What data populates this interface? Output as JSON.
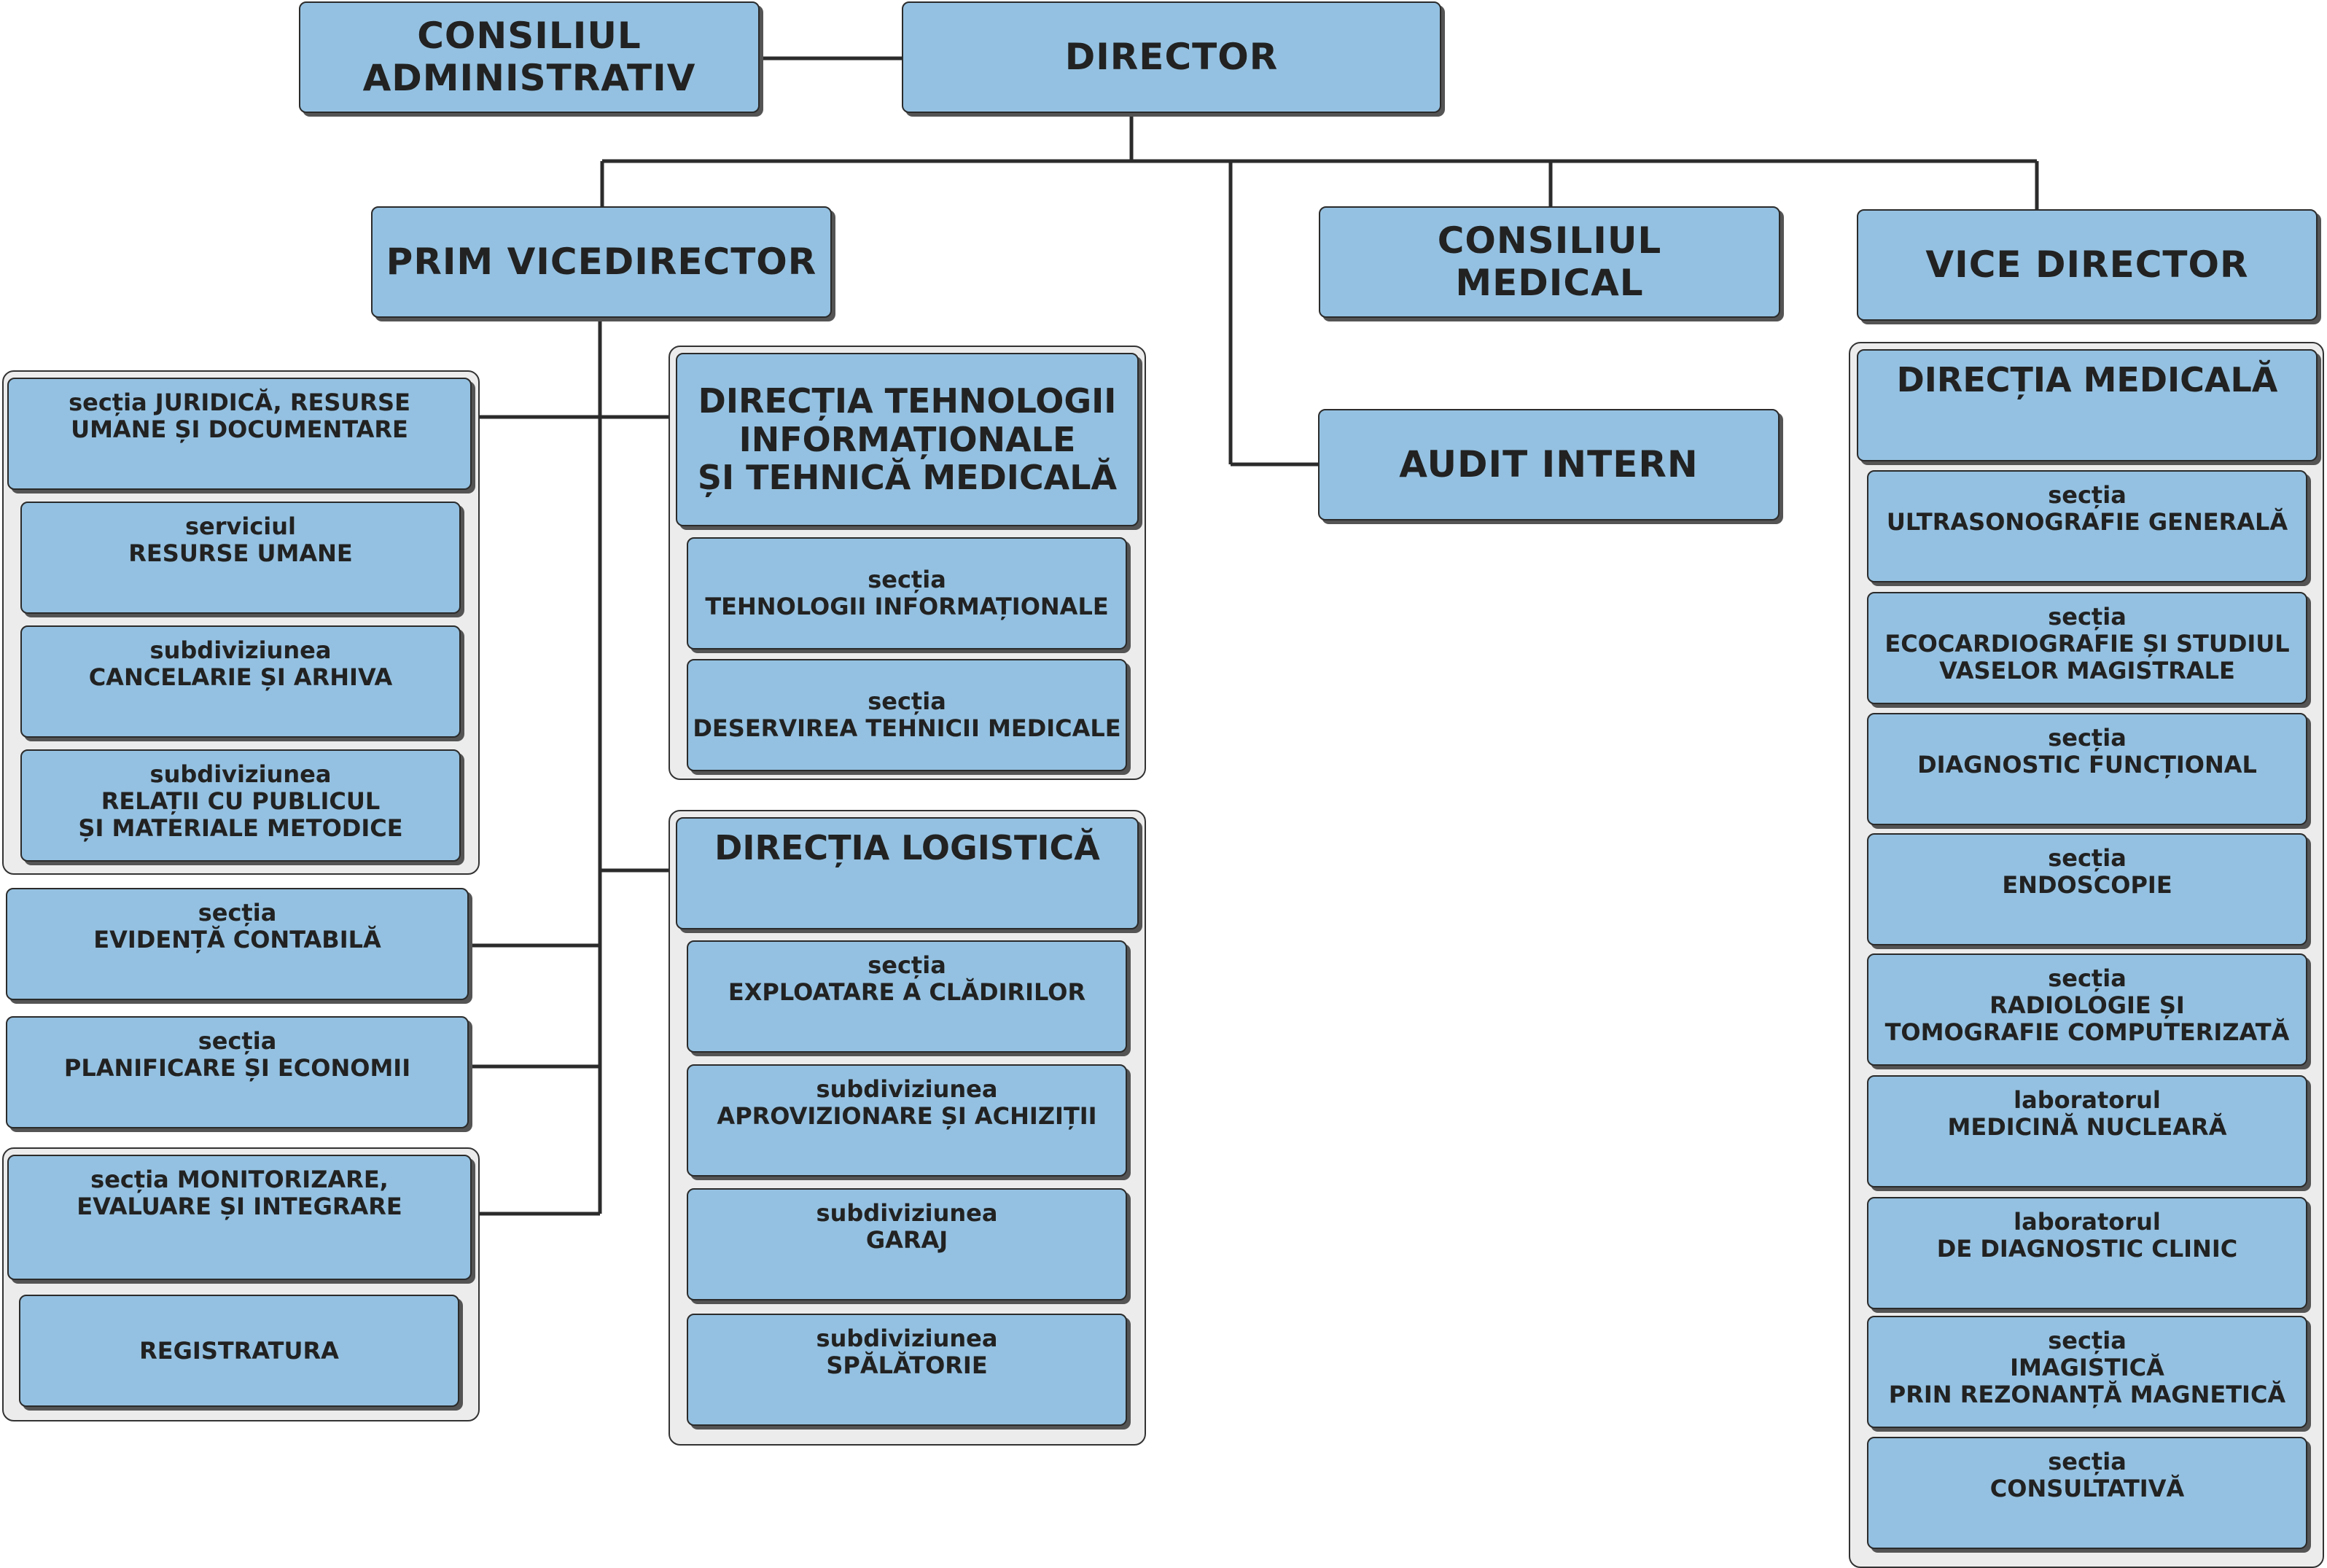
{
  "top": {
    "director": "DIRECTOR",
    "consiliul_administrativ": [
      "CONSILIUL",
      "ADMINISTRATIV"
    ]
  },
  "second_level": {
    "prim_vicedirector": "PRIM VICEDIRECTOR",
    "consiliul_medical": [
      "CONSILIUL",
      "MEDICAL"
    ],
    "audit_intern": "AUDIT INTERN",
    "vice_director": "VICE DIRECTOR"
  },
  "left_units": {
    "juridica_group": [
      [
        "secția JURIDICĂ, RESURSE",
        "UMANE ȘI DOCUMENTARE"
      ],
      [
        "serviciul",
        "RESURSE UMANE"
      ],
      [
        "subdiviziunea",
        "CANCELARIE ȘI ARHIVA"
      ],
      [
        "subdiviziunea",
        "RELAȚII CU PUBLICUL",
        "ȘI MATERIALE METODICE"
      ]
    ],
    "evidenta": [
      "secția",
      "EVIDENȚĂ CONTABILĂ"
    ],
    "planificare": [
      "secția",
      "PLANIFICARE ȘI ECONOMII"
    ],
    "monitorizare_group": [
      [
        "secția MONITORIZARE,",
        "EVALUARE ȘI INTEGRARE"
      ],
      [
        "REGISTRATURA"
      ]
    ]
  },
  "middle_units": {
    "it_group": [
      [
        "DIRECȚIA TEHNOLOGII",
        "INFORMAȚIONALE",
        "ȘI TEHNICĂ MEDICALĂ"
      ],
      [
        "secția",
        "TEHNOLOGII INFORMAȚIONALE"
      ],
      [
        "secția",
        "DESERVIREA TEHNICII MEDICALE"
      ]
    ],
    "logistica_group": [
      [
        "DIRECȚIA LOGISTICĂ"
      ],
      [
        "secția",
        "EXPLOATARE A CLĂDIRILOR"
      ],
      [
        "subdiviziunea",
        "APROVIZIONARE ȘI ACHIZIȚII"
      ],
      [
        "subdiviziunea",
        "GARAJ"
      ],
      [
        "subdiviziunea",
        "SPĂLĂTORIE"
      ]
    ]
  },
  "right_units": {
    "medicala_group": [
      [
        "DIRECȚIA MEDICALĂ"
      ],
      [
        "secția",
        "ULTRASONOGRAFIE GENERALĂ"
      ],
      [
        "secția",
        "ECOCARDIOGRAFIE ȘI STUDIUL",
        "VASELOR MAGISTRALE"
      ],
      [
        "secția",
        "DIAGNOSTIC FUNCȚIONAL"
      ],
      [
        "secția",
        "ENDOSCOPIE"
      ],
      [
        "secția",
        "RADIOLOGIE ȘI",
        "TOMOGRAFIE COMPUTERIZATĂ"
      ],
      [
        "laboratorul",
        "MEDICINĂ NUCLEARĂ"
      ],
      [
        "laboratorul",
        "DE DIAGNOSTIC CLINIC"
      ],
      [
        "secția",
        "IMAGISTICĂ",
        "PRIN REZONANȚĂ MAGNETICĂ"
      ],
      [
        "secția",
        "CONSULTATIVĂ"
      ]
    ]
  },
  "colors": {
    "box_fill": "#94c1e1",
    "panel_fill": "#ececec",
    "line": "#2b2b2b",
    "text": "#222222"
  }
}
